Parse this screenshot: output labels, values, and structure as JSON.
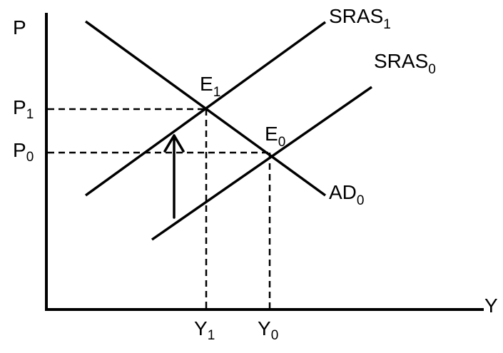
{
  "axes": {
    "y": {
      "label": "P"
    },
    "x": {
      "label": "Y"
    }
  },
  "curves": {
    "ad": {
      "base": "AD",
      "sub": "0"
    },
    "sras0": {
      "base": "SRAS",
      "sub": "0"
    },
    "sras1": {
      "base": "SRAS",
      "sub": "1"
    }
  },
  "equilibria": {
    "e0": {
      "base": "E",
      "sub": "0"
    },
    "e1": {
      "base": "E",
      "sub": "1"
    }
  },
  "price_levels": {
    "p0": {
      "base": "P",
      "sub": "0"
    },
    "p1": {
      "base": "P",
      "sub": "1"
    }
  },
  "output_levels": {
    "y0": {
      "base": "Y",
      "sub": "0"
    },
    "y1": {
      "base": "Y",
      "sub": "1"
    }
  }
}
